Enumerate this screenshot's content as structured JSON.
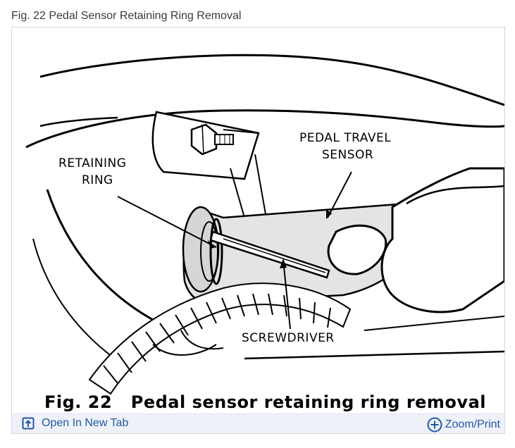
{
  "page": {
    "title": "Fig. 22 Pedal Sensor Retaining Ring Removal"
  },
  "figure": {
    "caption_number": "Fig. 22",
    "caption_text": "Pedal sensor retaining ring removal",
    "callouts": {
      "pedal_travel_sensor_line1": "PEDAL TRAVEL",
      "pedal_travel_sensor_line2": "SENSOR",
      "retaining_ring_line1": "RETAINING",
      "retaining_ring_line2": "RING",
      "screwdriver": "SCREWDRIVER"
    }
  },
  "toolbar": {
    "open_label": "Open In New Tab",
    "zoom_label": "Zoom/Print",
    "open_icon": "open-new-tab-icon",
    "zoom_icon": "zoom-plus-icon",
    "link_color": "#2357a6"
  }
}
